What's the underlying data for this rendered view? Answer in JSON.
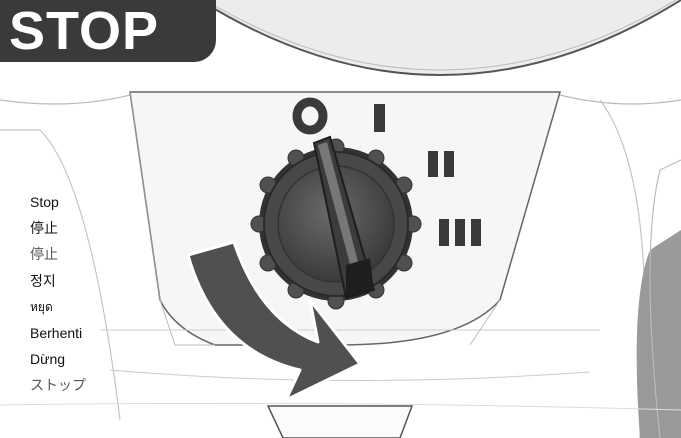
{
  "badge": {
    "text": "STOP",
    "color": "#3a3a3a"
  },
  "switch_positions": [
    "O",
    "I",
    "II",
    "III"
  ],
  "labels": [
    "Stop",
    "停止",
    "停止",
    "정지",
    "หยุด",
    "Berhenti",
    "Dừng",
    "ストップ"
  ],
  "colors": {
    "arrow": "#505050",
    "knob": "#4a4a4a",
    "markings": "#3a3a3a"
  }
}
